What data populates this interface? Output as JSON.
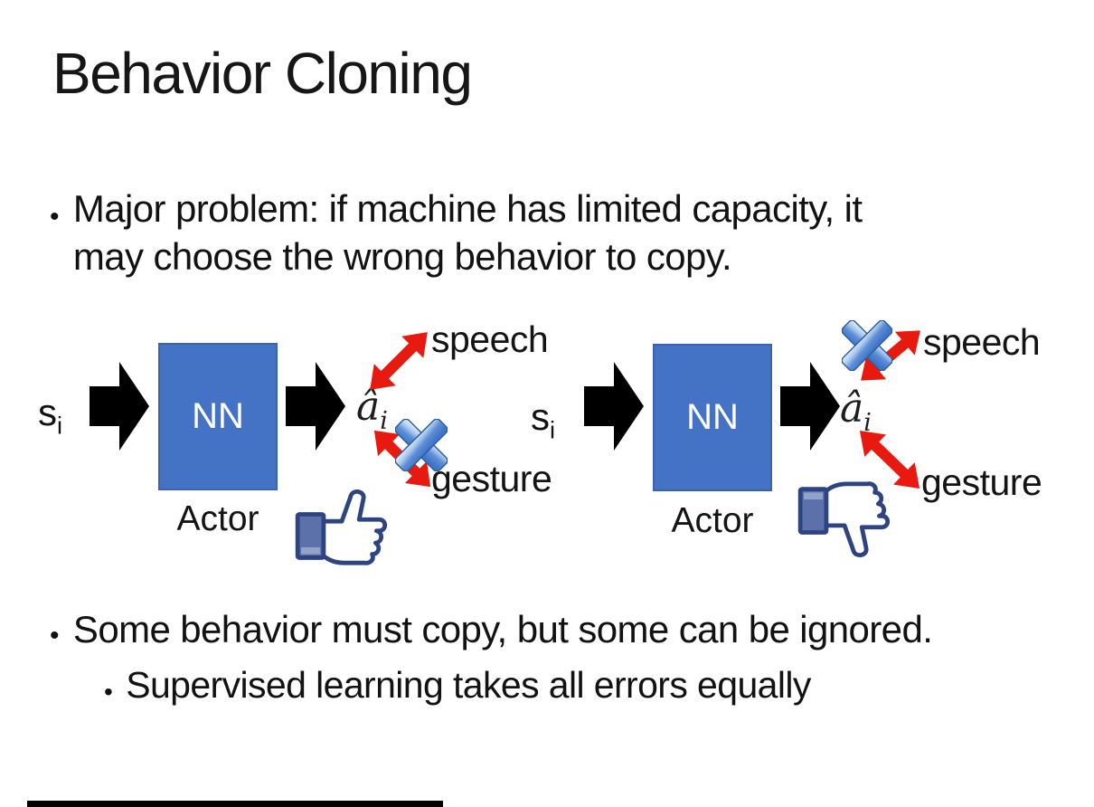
{
  "title": "Behavior Cloning",
  "bullets": {
    "major_problem_line1": "Major problem: if machine has limited capacity, it",
    "major_problem_line2": "may choose the wrong behavior to copy.",
    "some_behavior": "Some behavior must copy, but some can be ignored.",
    "supervised": "Supervised learning takes all errors equally",
    "dot": "•"
  },
  "diagrams": [
    {
      "input_main": "s",
      "input_sub": "i",
      "box_label": "NN",
      "box_caption": "Actor",
      "output_main": "â",
      "output_sub": "i",
      "speech_label": "speech",
      "gesture_label": "gesture",
      "crossed_out": "gesture",
      "feedback_icon": "thumbs-up"
    },
    {
      "input_main": "s",
      "input_sub": "i",
      "box_label": "NN",
      "box_caption": "Actor",
      "output_main": "â",
      "output_sub": "i",
      "speech_label": "speech",
      "gesture_label": "gesture",
      "crossed_out": "speech",
      "feedback_icon": "thumbs-down"
    }
  ],
  "colors": {
    "nn_box": "#4472C4",
    "nn_box_border": "#3A62AE",
    "flow_arrow": "#000000",
    "relation_arrow": "#E8190F",
    "cross_gradient_top": "#D6E6F8",
    "cross_gradient_bottom": "#3F74C8",
    "thumb_outline": "#2E4482",
    "thumb_cuff": "#5C71A9",
    "bottom_bar": "#000000"
  }
}
